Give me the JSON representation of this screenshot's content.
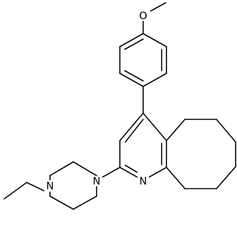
{
  "molecule": {
    "atoms": {
      "methoxy_oxygen": "O",
      "pyridine_nitrogen": "N",
      "piperazine_nitrogen_aryl": "N",
      "piperazine_nitrogen_ethyl": "N"
    }
  },
  "colors": {
    "bond": "#000000",
    "label": "#000000",
    "background": "#ffffff"
  }
}
